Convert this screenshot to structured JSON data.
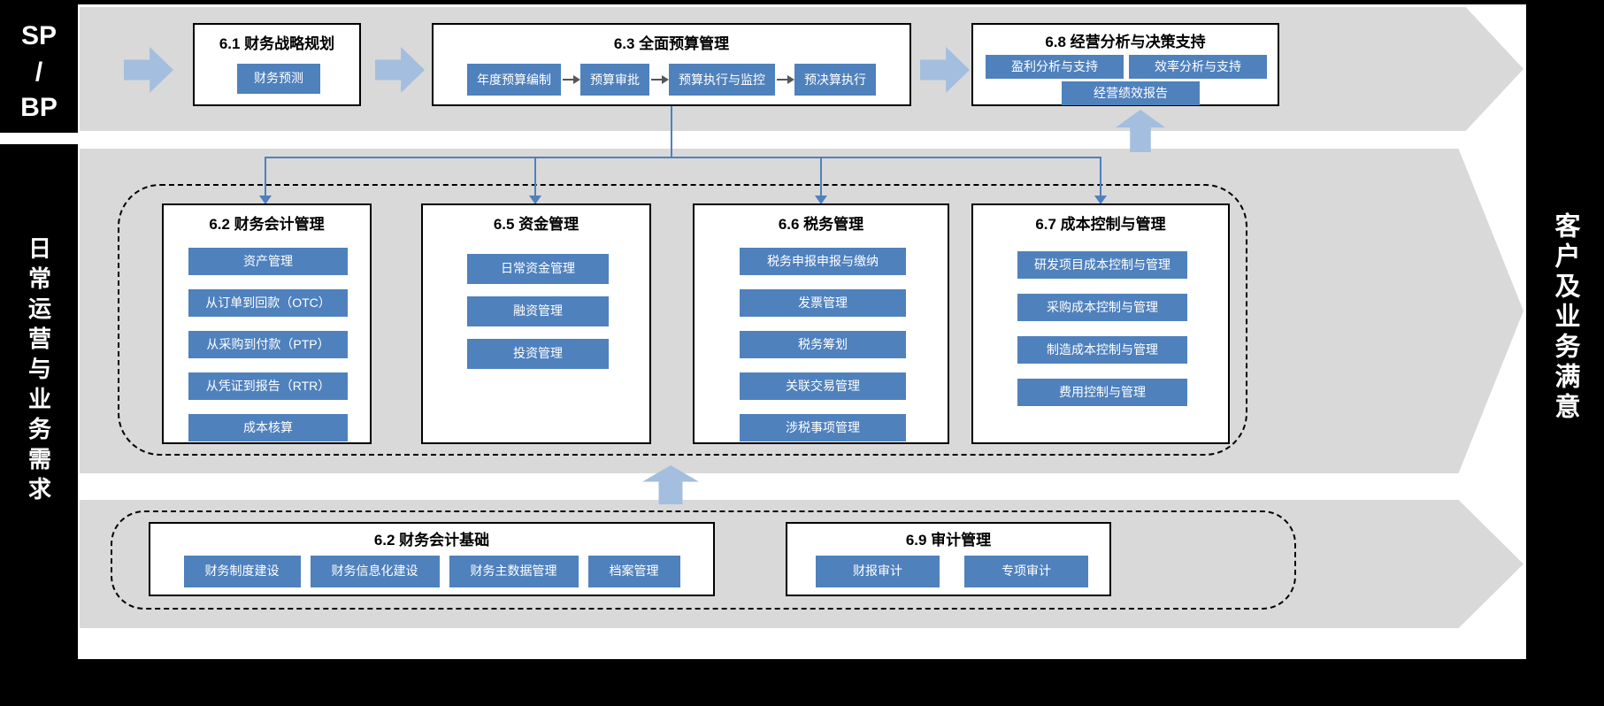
{
  "colors": {
    "accent_blue": "#4f81bd",
    "light_blue": "#a3bede",
    "band_gray": "#d9d9d9",
    "connector_blue": "#4f81bd"
  },
  "left_rail": {
    "top_label": "SP\n/\nBP",
    "mid_label": "日常运营与业务需求"
  },
  "right_rail": {
    "label": "客户及业务满意"
  },
  "top_band": {
    "strategy": {
      "title": "6.1 财务战略规划",
      "items": [
        "财务预测"
      ]
    },
    "budget": {
      "title": "6.3 全面预算管理",
      "steps": [
        "年度预算编制",
        "预算审批",
        "预算执行与监控",
        "预决算执行"
      ]
    },
    "analysis": {
      "title": "6.8 经营分析与决策支持",
      "row1": [
        "盈利分析与支持",
        "效率分析与支持"
      ],
      "row2": [
        "经营绩效报告"
      ]
    }
  },
  "middle_band": {
    "columns": [
      {
        "title": "6.2 财务会计管理",
        "items": [
          "资产管理",
          "从订单到回款（OTC）",
          "从采购到付款（PTP）",
          "从凭证到报告（RTR）",
          "成本核算"
        ]
      },
      {
        "title": "6.5 资金管理",
        "items": [
          "日常资金管理",
          "融资管理",
          "投资管理"
        ]
      },
      {
        "title": "6.6 税务管理",
        "items": [
          "税务申报申报与缴纳",
          "发票管理",
          "税务筹划",
          "关联交易管理",
          "涉税事项管理"
        ]
      },
      {
        "title": "6.7 成本控制与管理",
        "items": [
          "研发项目成本控制与管理",
          "采购成本控制与管理",
          "制造成本控制与管理",
          "费用控制与管理"
        ]
      }
    ]
  },
  "bottom_band": {
    "foundation": {
      "title": "6.2 财务会计基础",
      "items": [
        "财务制度建设",
        "财务信息化建设",
        "财务主数据管理",
        "档案管理"
      ]
    },
    "audit": {
      "title": "6.9 审计管理",
      "items": [
        "财报审计",
        "专项审计"
      ]
    }
  }
}
